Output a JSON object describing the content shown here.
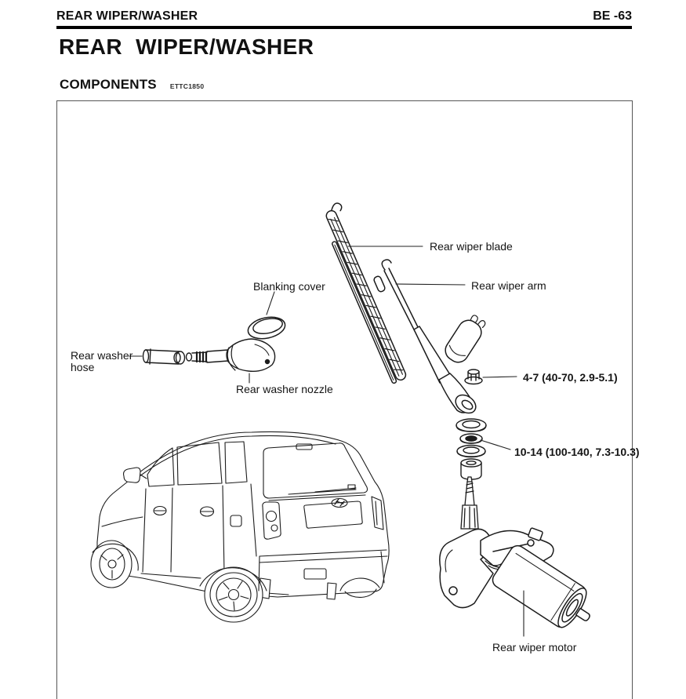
{
  "page": {
    "running_title": "REAR WIPER/WASHER",
    "page_number": "BE -63",
    "title": "REAR WIPER/WASHER",
    "section": {
      "heading": "COMPONENTS",
      "code": "ETTC1850"
    }
  },
  "diagram": {
    "labels": {
      "rear_wiper_blade": "Rear wiper blade",
      "rear_wiper_arm": "Rear wiper arm",
      "blanking_cover": "Blanking cover",
      "rear_washer_hose": "Rear washer hose",
      "rear_washer_nozzle": "Rear washer nozzle",
      "rear_wiper_motor": "Rear wiper motor",
      "torque_arm_nut": "4-7 (40-70, 2.9-5.1)",
      "torque_pivot_nut": "10-14 (100-140, 7.3-10.3)"
    },
    "colors": {
      "ink": "#1c1c1c",
      "header_rule": "#000000",
      "box_border": "#565656",
      "background": "#ffffff"
    }
  }
}
